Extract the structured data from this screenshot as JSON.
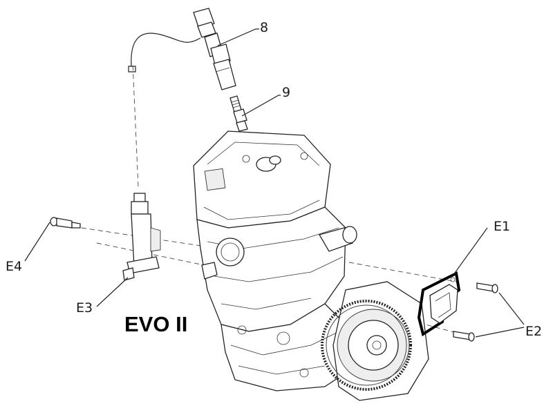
{
  "diagram": {
    "model_label": "EVO II",
    "callouts": {
      "c8": "8",
      "c9": "9",
      "e1": "E1",
      "e2": "E2",
      "e3": "E3",
      "e4": "E4"
    }
  }
}
